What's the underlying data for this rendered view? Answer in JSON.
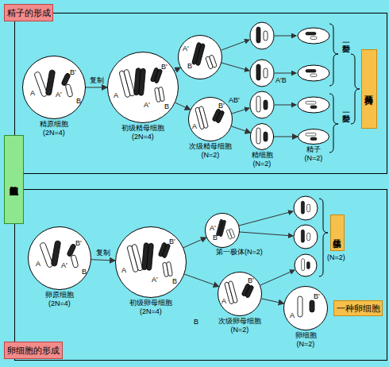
{
  "diagram": {
    "nodes": [
      {
        "text": [
          "精子的形成"
        ]
      },
      {
        "text": [
          "A",
          "A'",
          "B",
          "B'",
          "精原细胞 (2N=4)"
        ],
        "in": 0
      },
      {
        "text": [
          "A",
          "A'",
          "B",
          "B'",
          "初级精母细胞 (2N=4)"
        ],
        "in": 0
      },
      {
        "text": [
          "A'",
          "B"
        ],
        "in": 0
      },
      {
        "text": [
          "A",
          "B'",
          "次级精母细胞 (N=2)"
        ],
        "in": 0
      },
      {
        "text": [
          "精细胞 (N=2)"
        ],
        "in": 0
      },
      {
        "text": [
          "精子 (N=2)"
        ],
        "in": 0
      },
      {
        "text": [
          "共两种精子"
        ],
        "in": 0
      },
      {
        "text": [
          "有性生殖细胞的形成"
        ]
      },
      {
        "text": [
          "卵细胞的形成"
        ]
      },
      {
        "text": [
          "A",
          "A'",
          "B",
          "B'",
          "卵原细胞 (2N=4)"
        ],
        "in": 9
      },
      {
        "text": [
          "A",
          "A'",
          "B",
          "B'",
          "初级卵母细胞 (2N=4)"
        ],
        "in": 9
      },
      {
        "text": [
          "A'",
          "B",
          "第一极体(N=2)"
        ],
        "in": 9
      },
      {
        "text": [
          "第二极体",
          "(N=2)"
        ],
        "in": 9
      },
      {
        "text": [
          "A",
          "B'",
          "次级卵母细胞 (N=2)"
        ],
        "in": 9
      },
      {
        "text": [
          "A",
          "B'",
          "卵细胞 (N=2)"
        ],
        "in": 9
      },
      {
        "text": [
          "一种卵细胞"
        ],
        "in": 9
      }
    ],
    "edges": [
      {
        "from": 1,
        "to": 2,
        "label": "复制",
        "arrow": "to"
      },
      {
        "from": 2,
        "to": 3,
        "arrow": "to"
      },
      {
        "from": 2,
        "to": 4,
        "arrow": "to"
      },
      {
        "from": 4,
        "to": 5,
        "arrow": "to"
      },
      {
        "from": 5,
        "to": 6,
        "arrow": "to"
      },
      {
        "from": 10,
        "to": 11,
        "label": "复制",
        "arrow": "to"
      },
      {
        "from": 11,
        "to": 12,
        "arrow": "to"
      },
      {
        "from": 11,
        "to": 14,
        "arrow": "to"
      },
      {
        "from": 14,
        "to": 15,
        "arrow": "to"
      }
    ],
    "labels": [
      "一种类型",
      "一种类型",
      "A'B",
      "AB'",
      "B"
    ]
  }
}
